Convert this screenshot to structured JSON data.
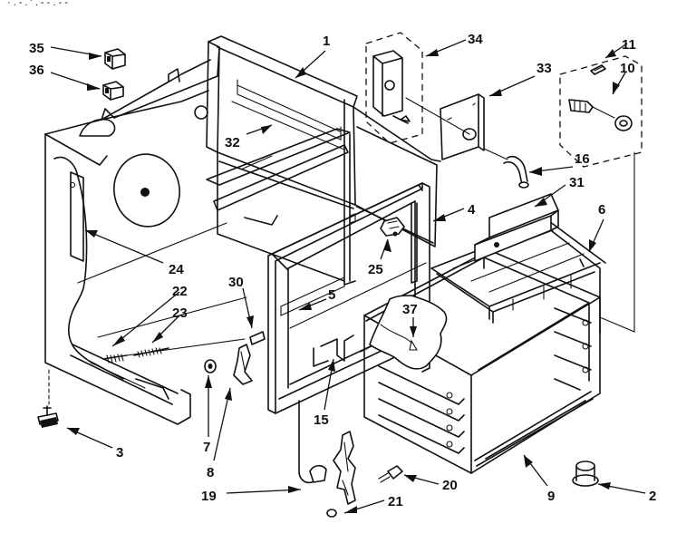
{
  "header_fragment": "·  .  -  .   '   .   - -  .  -  -",
  "callouts": [
    {
      "id": "c1",
      "label": "1"
    },
    {
      "id": "c2",
      "label": "2"
    },
    {
      "id": "c3",
      "label": "3"
    },
    {
      "id": "c4",
      "label": "4"
    },
    {
      "id": "c5",
      "label": "5"
    },
    {
      "id": "c6",
      "label": "6"
    },
    {
      "id": "c7",
      "label": "7"
    },
    {
      "id": "c8",
      "label": "8"
    },
    {
      "id": "c9",
      "label": "9"
    },
    {
      "id": "c10",
      "label": "10"
    },
    {
      "id": "c11",
      "label": "11"
    },
    {
      "id": "c15",
      "label": "15"
    },
    {
      "id": "c16",
      "label": "16"
    },
    {
      "id": "c19",
      "label": "19"
    },
    {
      "id": "c20",
      "label": "20"
    },
    {
      "id": "c21",
      "label": "21"
    },
    {
      "id": "c22",
      "label": "22"
    },
    {
      "id": "c23",
      "label": "23"
    },
    {
      "id": "c24",
      "label": "24"
    },
    {
      "id": "c25",
      "label": "25"
    },
    {
      "id": "c30",
      "label": "30"
    },
    {
      "id": "c31",
      "label": "31"
    },
    {
      "id": "c32",
      "label": "32"
    },
    {
      "id": "c33",
      "label": "33"
    },
    {
      "id": "c34",
      "label": "34"
    },
    {
      "id": "c35",
      "label": "35"
    },
    {
      "id": "c36",
      "label": "36"
    },
    {
      "id": "c37",
      "label": "37"
    }
  ]
}
